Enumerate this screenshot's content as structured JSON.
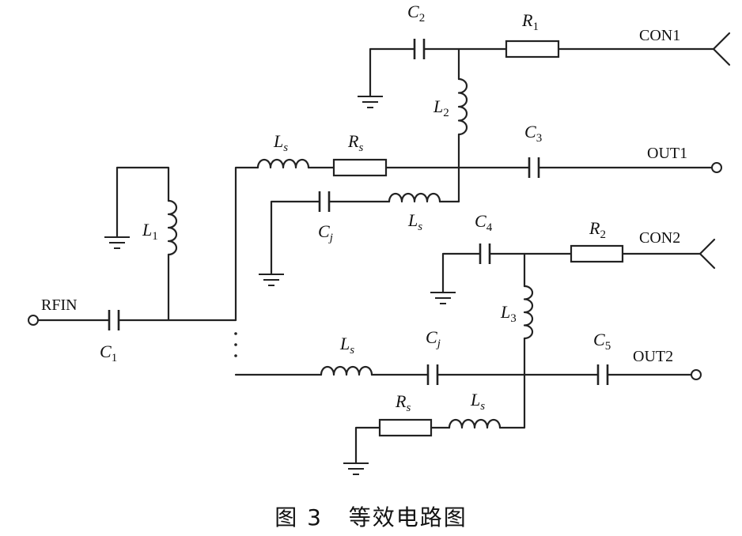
{
  "caption": "图 3   等效电路图",
  "ports": {
    "rfin": "RFIN",
    "con1": "CON1",
    "out1": "OUT1",
    "con2": "CON2",
    "out2": "OUT2"
  },
  "components": {
    "c1": {
      "letter": "C",
      "sub": "1"
    },
    "l1": {
      "letter": "L",
      "sub": "1"
    },
    "c2": {
      "letter": "C",
      "sub": "2"
    },
    "r1": {
      "letter": "R",
      "sub": "1"
    },
    "l2": {
      "letter": "L",
      "sub": "2"
    },
    "ls1": {
      "letter": "L",
      "sub": "s"
    },
    "rs1": {
      "letter": "R",
      "sub": "s"
    },
    "c3": {
      "letter": "C",
      "sub": "3"
    },
    "cj1": {
      "letter": "C",
      "sub": "j"
    },
    "ls2": {
      "letter": "L",
      "sub": "s"
    },
    "c4": {
      "letter": "C",
      "sub": "4"
    },
    "r2": {
      "letter": "R",
      "sub": "2"
    },
    "l3": {
      "letter": "L",
      "sub": "3"
    },
    "ls3": {
      "letter": "L",
      "sub": "s"
    },
    "cj2": {
      "letter": "C",
      "sub": "j"
    },
    "c5": {
      "letter": "C",
      "sub": "5"
    },
    "rs2": {
      "letter": "R",
      "sub": "s"
    },
    "ls4": {
      "letter": "L",
      "sub": "s"
    }
  }
}
